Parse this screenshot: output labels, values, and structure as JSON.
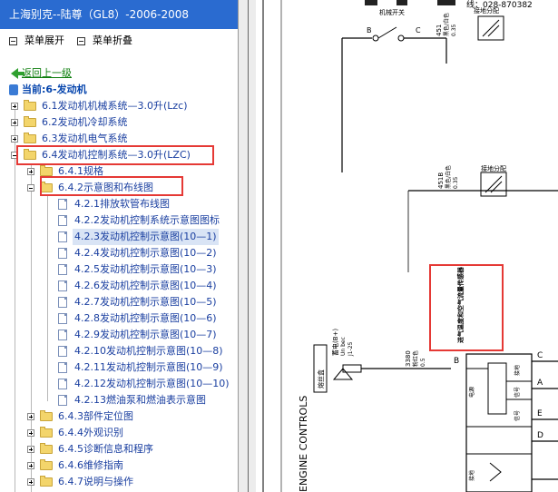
{
  "window": {
    "title": "上海别克--陆尊（GL8）-2006-2008"
  },
  "menu": {
    "expand_label": "菜单展开",
    "collapse_label": "菜单折叠"
  },
  "nav": {
    "back_label": "返回上一级",
    "current_label": "当前:6-发动机"
  },
  "tree": {
    "n61": "6.1发动机机械系统—3.0升(Lzc)",
    "n62": "6.2发动机冷却系统",
    "n63": "6.3发动机电气系统",
    "n64": "6.4发动机控制系统—3.0升(LZC)",
    "n641": "6.4.1规格",
    "n642": "6.4.2示意图和布线图",
    "d4221": "4.2.1排放软管布线图",
    "d4222": "4.2.2发动机控制系统示意图图标",
    "d4223": "4.2.3发动机控制示意图(10—1)",
    "d4224": "4.2.4发动机控制示意图(10—2)",
    "d4225": "4.2.5发动机控制示意图(10—3)",
    "d4226": "4.2.6发动机控制示意图(10—4)",
    "d4227": "4.2.7发动机控制示意图(10—5)",
    "d4228": "4.2.8发动机控制示意图(10—6)",
    "d4229": "4.2.9发动机控制示意图(10—7)",
    "d42210": "4.2.10发动机控制示意图(10—8)",
    "d42211": "4.2.11发动机控制示意图(10—9)",
    "d42212": "4.2.12发动机控制示意图(10—10)",
    "d42213": "4.2.13燃油泵和燃油表示意图",
    "n643": "6.4.3部件定位图",
    "n644": "6.4.4外观识别",
    "n645": "6.4.5诊断信息和程序",
    "n646": "6.4.6维修指南",
    "n647": "6.4.7说明与操作"
  },
  "diagram": {
    "header_text": "线：028-870382",
    "switch_label": "机械开关",
    "ref_label_top": "接地分配",
    "pin_b_top": "B",
    "pin_c_top": "C",
    "wire_451_top": "451",
    "wire_451_top_color": "黑色/白色",
    "wire_451_top_gauge": "0.35",
    "ref_label_mid": "接地分配",
    "wire_451b": "451B",
    "wire_451b_color": "黑色/白色",
    "wire_451b_gauge": "0.35",
    "sensor_label": "进气温度和空气流量传感器",
    "fuse_label": "熔丝盒",
    "power_label": "蓄电(B+)",
    "power_sub": "Un bec",
    "power_code": "J1-25",
    "wire_3380": "3380",
    "wire_3380_color": "粉红色",
    "wire_3380_gauge": "0.5",
    "pin_b": "B",
    "pin_c": "C",
    "pin_a": "A",
    "pin_e": "E",
    "pin_d": "D",
    "sensor_box_1": "电源",
    "sensor_box_2": "接地",
    "sensor_box_3": "信号",
    "sensor_box_4": "信号",
    "sensor_box_5": "接地",
    "vertical_caption": "ENGINE CONTROLS"
  }
}
